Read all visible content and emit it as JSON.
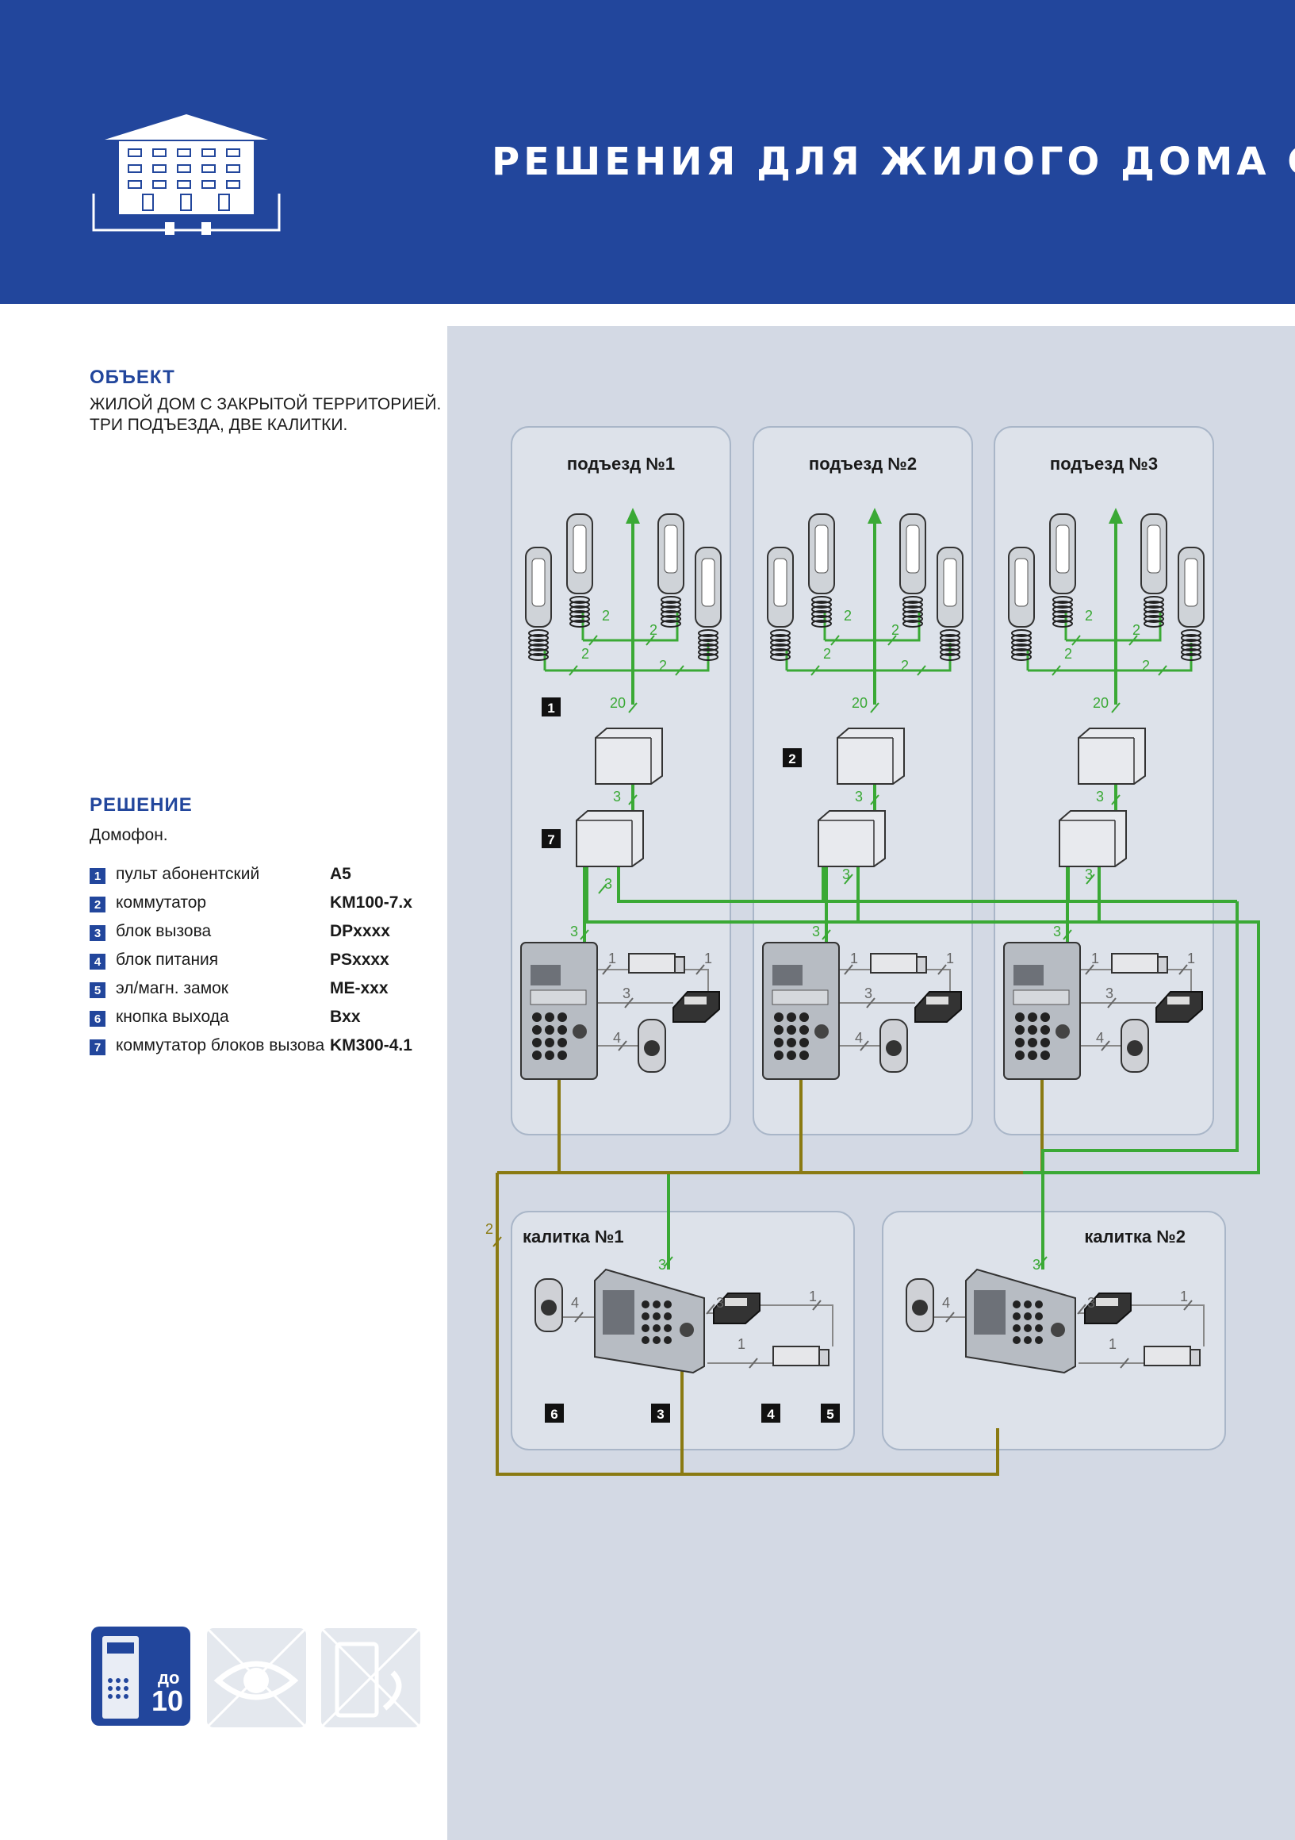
{
  "header": {
    "title": "РЕШЕНИЯ ДЛЯ ЖИЛОГО ДОМА С"
  },
  "object_section": {
    "heading": "ОБЪЕКТ",
    "line1": "ЖИЛОЙ ДОМ С ЗАКРЫТОЙ ТЕРРИТОРИЕЙ.",
    "line2": "ТРИ ПОДЪЕЗДА, ДВЕ КАЛИТКИ."
  },
  "solution_section": {
    "heading": "РЕШЕНИЕ",
    "text": "Домофон."
  },
  "legend": [
    {
      "num": "1",
      "name": "пульт абонентский",
      "code": "A5"
    },
    {
      "num": "2",
      "name": "коммутатор",
      "code": "KM100-7.x"
    },
    {
      "num": "3",
      "name": "блок вызова",
      "code": "DPxxxx"
    },
    {
      "num": "4",
      "name": "блок питания",
      "code": "PSxxxx"
    },
    {
      "num": "5",
      "name": "эл/магн. замок",
      "code": "ME-xxx"
    },
    {
      "num": "6",
      "name": "кнопка выхода",
      "code": "Bxx"
    },
    {
      "num": "7",
      "name": "коммутатор блоков вызова",
      "code": "KM300-4.1"
    }
  ],
  "diagram": {
    "entrances": [
      "подъезд №1",
      "подъезд №2",
      "подъезд №3"
    ],
    "gates": [
      "калитка №1",
      "калитка №2"
    ],
    "wire_labels": {
      "handset": "2",
      "riser": "20",
      "call": "3",
      "power": "4",
      "lock": "1",
      "bus": "2"
    },
    "callouts": [
      "1",
      "2",
      "7",
      "6",
      "3",
      "4",
      "5"
    ]
  },
  "bottom_icon": {
    "line1": "до",
    "line2": "10"
  },
  "colors": {
    "brand_blue": "#22469c",
    "panel": "#d3d9e4",
    "wire_green": "#3aa935",
    "wire_olive": "#8a7a12"
  }
}
